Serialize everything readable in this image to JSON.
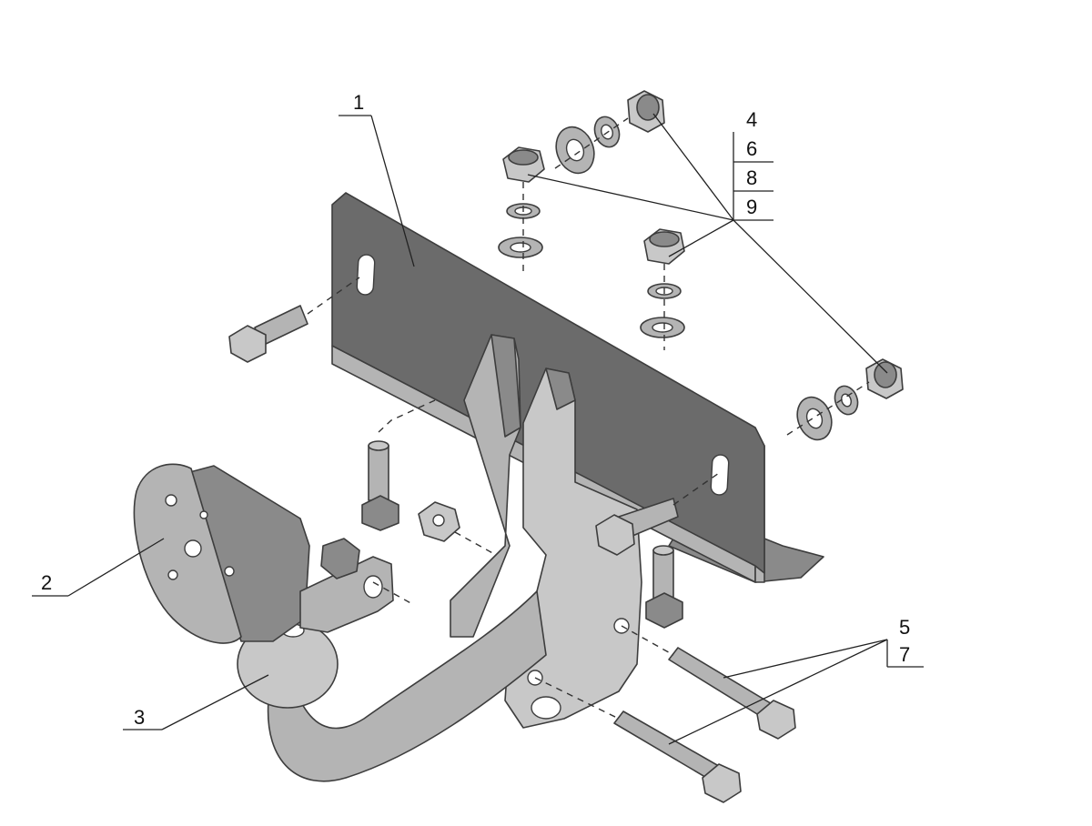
{
  "callouts": {
    "c1": "1",
    "c2": "2",
    "c3": "3",
    "c4": "4",
    "c5": "5",
    "c6": "6",
    "c7": "7",
    "c8": "8",
    "c9": "9"
  },
  "colors": {
    "part_dark": "#6b6b6b",
    "part_mid": "#8a8a8a",
    "part_light": "#b4b4b4",
    "line": "#222222"
  }
}
